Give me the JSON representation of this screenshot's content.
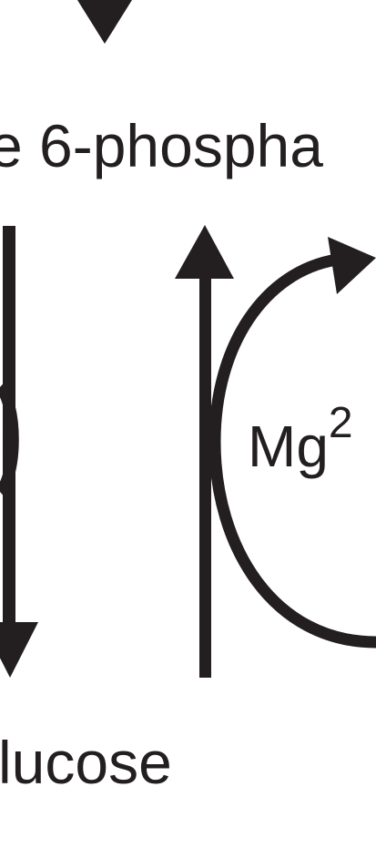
{
  "diagram": {
    "top_label": "e 6-phospha",
    "bottom_label": "lucose",
    "cofactor_label": "Mg",
    "cofactor_superscript": "2",
    "colors": {
      "ink": "#231f20",
      "background": "#ffffff"
    },
    "arrows": [
      {
        "name": "top-incoming-arrow",
        "direction": "down"
      },
      {
        "name": "left-forward-arrow",
        "direction": "down"
      },
      {
        "name": "right-reverse-arrow",
        "direction": "up"
      },
      {
        "name": "cofactor-curved-arrow",
        "direction": "clockwise"
      }
    ]
  }
}
